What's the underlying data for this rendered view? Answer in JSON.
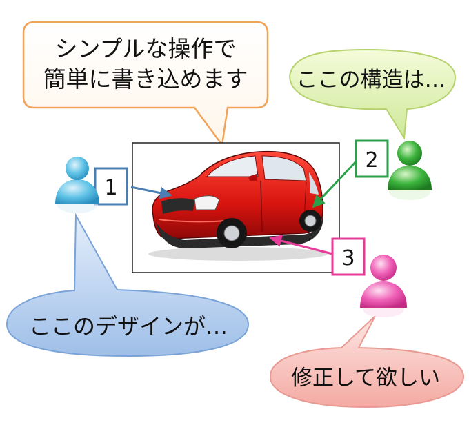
{
  "bubbles": {
    "top_line1": "シンプルな操作で",
    "top_line2": "簡単に書き込めます",
    "green": "ここの構造は…",
    "blue": "ここのデザインが…",
    "pink": "修正して欲しい"
  },
  "markers": {
    "m1": "1",
    "m2": "2",
    "m3": "3"
  },
  "colors": {
    "blue": "#4a7fb3",
    "green": "#2aa04a",
    "pink": "#e63c97",
    "orange": "#f2a35a",
    "car_red": "#e01a1a"
  }
}
